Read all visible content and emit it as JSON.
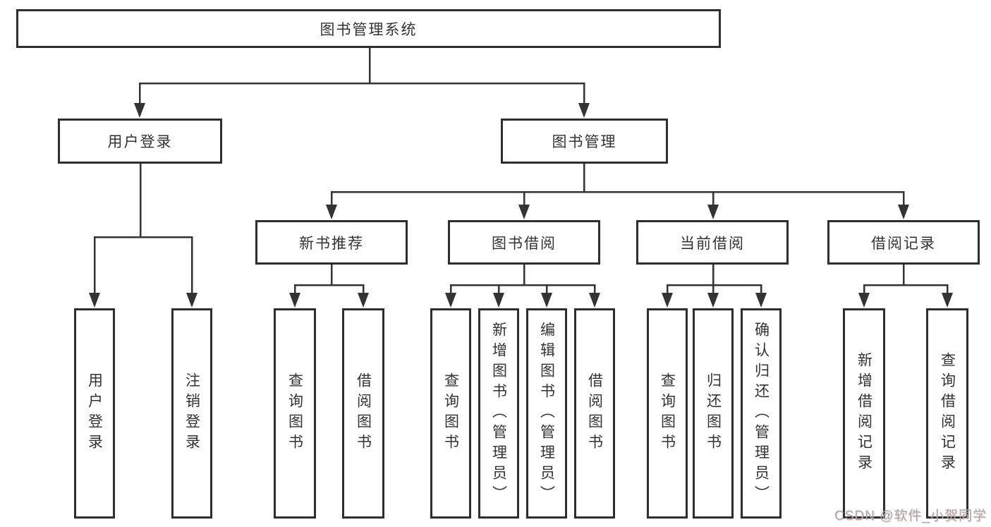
{
  "diagram": {
    "root": {
      "label": "图书管理系统",
      "children": [
        {
          "label": "用户登录",
          "children": [
            {
              "label": "用户登录"
            },
            {
              "label": "注销登录"
            }
          ]
        },
        {
          "label": "图书管理",
          "children": [
            {
              "label": "新书推荐",
              "children": [
                {
                  "label": "查询图书"
                },
                {
                  "label": "借阅图书"
                }
              ]
            },
            {
              "label": "图书借阅",
              "children": [
                {
                  "label": "查询图书"
                },
                {
                  "label": "新增图书（管理员）"
                },
                {
                  "label": "编辑图书（管理员）"
                },
                {
                  "label": "借阅图书"
                }
              ]
            },
            {
              "label": "当前借阅",
              "children": [
                {
                  "label": "查询图书"
                },
                {
                  "label": "归还图书"
                },
                {
                  "label": "确认归还（管理员）"
                }
              ]
            },
            {
              "label": "借阅记录",
              "children": [
                {
                  "label": "新增借阅记录"
                },
                {
                  "label": "查询借阅记录"
                }
              ]
            }
          ]
        }
      ]
    }
  },
  "watermark": {
    "text": "CSDN @软件_小贺同学"
  },
  "colors": {
    "line": "#333333",
    "box_border": "#2e2e2e",
    "text": "#333333",
    "background": "#ffffff",
    "watermark": "#ababab"
  }
}
